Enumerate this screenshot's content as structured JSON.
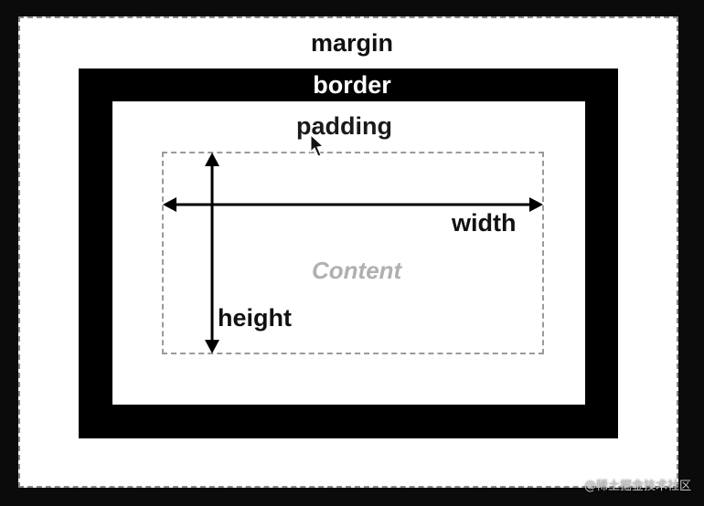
{
  "diagram": {
    "labels": {
      "margin": "margin",
      "border": "border",
      "padding": "padding",
      "content": "Content",
      "width": "width",
      "height": "height"
    },
    "watermark": "@稀土掘金技术社区",
    "colors": {
      "margin_area": "#ffffff",
      "border_area": "#000000",
      "padding_area": "#ffffff",
      "content_text": "#b0b0b0",
      "dashed_lines": "#9a9a9a"
    },
    "icons": [
      "arrow-left-right",
      "arrow-up-down",
      "mouse-cursor"
    ]
  }
}
